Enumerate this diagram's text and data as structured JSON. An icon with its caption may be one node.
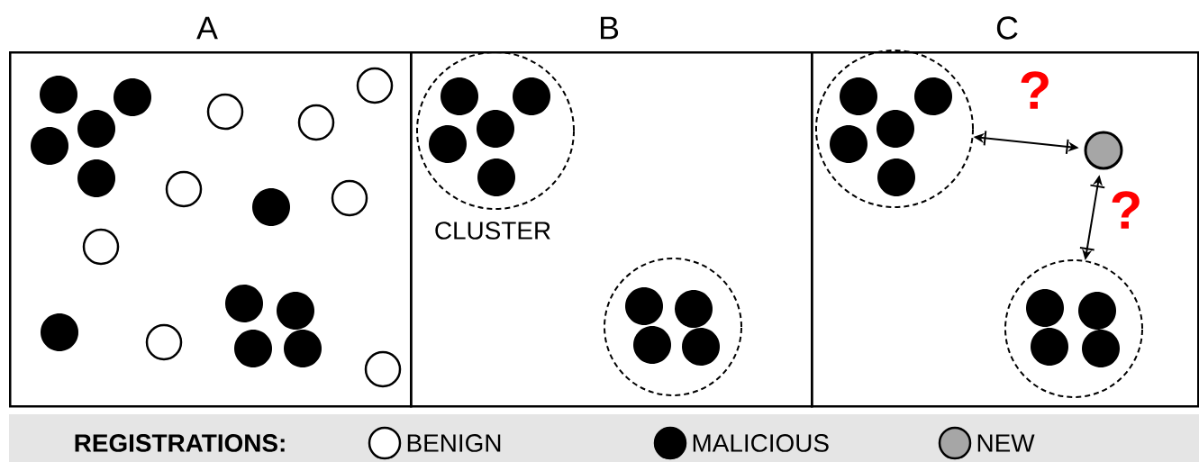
{
  "diagram": {
    "nodes": [
      {
        "text": [
          "A"
        ]
      },
      {
        "text": [
          "B"
        ]
      },
      {
        "text": [
          "C"
        ]
      },
      {
        "text": [],
        "shape": "circle",
        "in": 1,
        "beside": [
          "CLUSTER"
        ]
      },
      {
        "text": [],
        "shape": "circle",
        "in": 1
      },
      {
        "text": [],
        "shape": "circle",
        "in": 2
      },
      {
        "text": [],
        "shape": "circle",
        "in": 2
      },
      {
        "text": [],
        "shape": "circle",
        "in": 2
      }
    ],
    "edges": [
      {
        "from": 5,
        "to": 6,
        "arrow": "both"
      },
      {
        "from": 6,
        "to": 7,
        "arrow": "both"
      }
    ],
    "labels": [
      "?",
      "?",
      "REGISTRATIONS:"
    ],
    "legend": [
      {
        "text": "BENIGN",
        "color": "#ffffff"
      },
      {
        "text": "MALICIOUS",
        "color": "#000000"
      },
      {
        "text": "NEW",
        "color": "#a6a6a6"
      }
    ]
  }
}
